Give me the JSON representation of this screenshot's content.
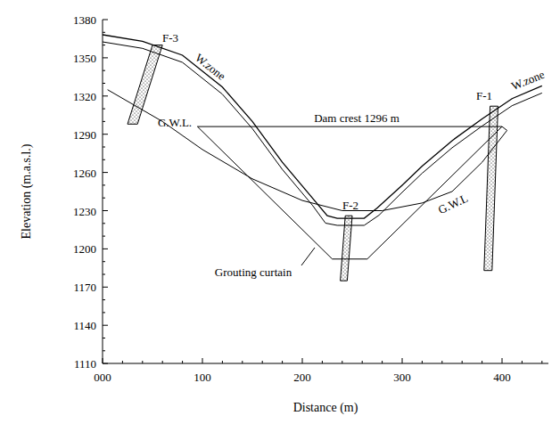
{
  "diagram": {
    "labels": [
      "1380",
      "1350",
      "1320",
      "1290",
      "1260",
      "1230",
      "1200",
      "1170",
      "1140",
      "1110",
      "000",
      "100",
      "200",
      "300",
      "400",
      "Elevation (m.a.s.l.)",
      "Distance (m)",
      "F-3",
      "W.zone",
      "G.W.L.",
      "Dam crest 1296 m",
      "F-2",
      "Grouting curtain",
      "F-1",
      "W.zone",
      "G.W.L"
    ]
  }
}
